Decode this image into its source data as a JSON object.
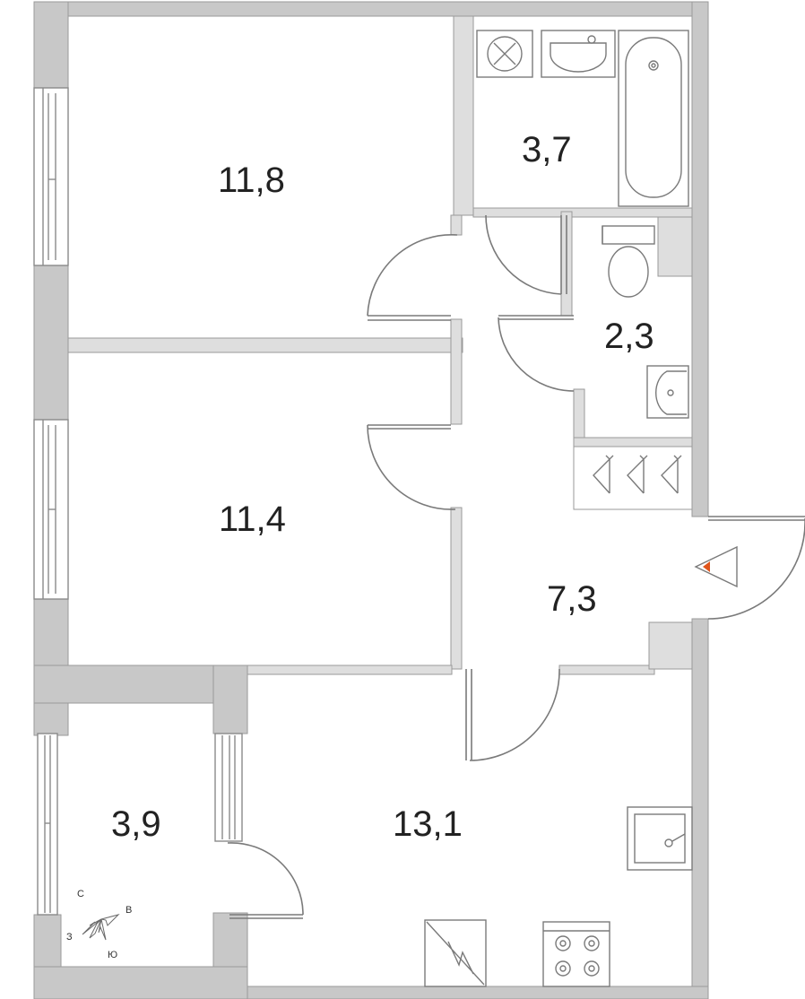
{
  "rooms": {
    "bedroom_1": {
      "area": "11,8"
    },
    "bathroom": {
      "area": "3,7"
    },
    "toilet": {
      "area": "2,3"
    },
    "bedroom_2": {
      "area": "11,4"
    },
    "hallway": {
      "area": "7,3"
    },
    "balcony": {
      "area": "3,9"
    },
    "kitchen": {
      "area": "13,1"
    }
  },
  "compass": {
    "north": "С",
    "east": "В",
    "south": "Ю",
    "west": "З"
  },
  "colors": {
    "wall": "#c8c8c8",
    "wall_dark": "#b3b3b3",
    "partition": "#dedede",
    "line": "#7a7a7a",
    "fixture_fill": "#ffffff",
    "entrance_marker": "#e0551b"
  }
}
